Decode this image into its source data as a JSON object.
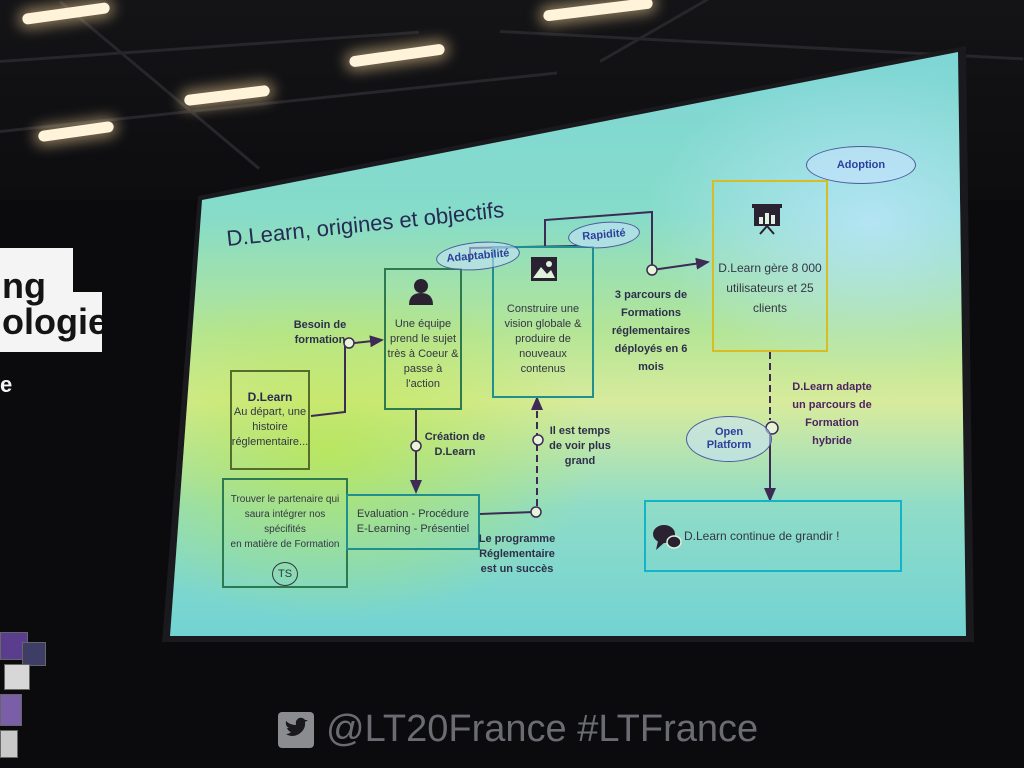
{
  "stage": {
    "banner_lines": [
      "ng",
      "ologies"
    ],
    "banner_tail": "e",
    "watermark": "@LT20France #LTFrance",
    "watermark_icon": "twitter-bird-icon"
  },
  "slide": {
    "title": "D.Learn, origines et objectifs",
    "boxes": {
      "dlearn": {
        "logo": "D.Learn",
        "text": [
          "Au départ, une",
          "histoire",
          "réglementaire..."
        ]
      },
      "partner": {
        "text": [
          "Trouver le partenaire qui",
          "saura intégrer nos spécifités",
          "en matière de Formation"
        ],
        "logo": "TS"
      },
      "team": {
        "icon": "person-icon",
        "text": [
          "Une équipe",
          "prend le sujet",
          "très à Coeur &",
          "passe à",
          "l'action"
        ]
      },
      "vision": {
        "icon": "image-icon",
        "text": [
          "Construire une",
          "vision globale &",
          "produire de",
          "nouveaux",
          "contenus"
        ]
      },
      "eval": {
        "text": [
          "Evaluation - Procédure",
          "E-Learning - Présentiel"
        ]
      },
      "users": {
        "icon": "presentation-board-icon",
        "text": [
          "D.Learn gère 8 000",
          "utilisateurs et 25",
          "clients"
        ]
      },
      "grow": {
        "icon": "chat-bubbles-icon",
        "text": "D.Learn continue de grandir !"
      }
    },
    "labels": {
      "besoin": [
        "Besoin de",
        "formation"
      ],
      "creation": [
        "Création de",
        "D.Learn"
      ],
      "programme": [
        "Le programme",
        "Réglementaire",
        "est un succès"
      ],
      "temps": [
        "Il est temps",
        "de voir plus",
        "grand"
      ],
      "parcours": [
        "3 parcours de",
        "Formations",
        "réglementaires",
        "déployés en 6",
        "mois"
      ],
      "adapte": [
        "D.Learn adapte",
        "un parcours de",
        "Formation",
        "hybride"
      ]
    },
    "clouds": {
      "adaptabilite": "Adaptabilité",
      "rapidite": "Rapidité",
      "adoption": "Adoption",
      "open_platform": [
        "Open",
        "Platform"
      ]
    },
    "colors": {
      "olive": "#556c2a",
      "green": "#2d7a51",
      "teal": "#1f8f8f",
      "yellow": "#d8bc24",
      "cyan": "#13b3c8",
      "connector": "#3d2a55"
    }
  }
}
